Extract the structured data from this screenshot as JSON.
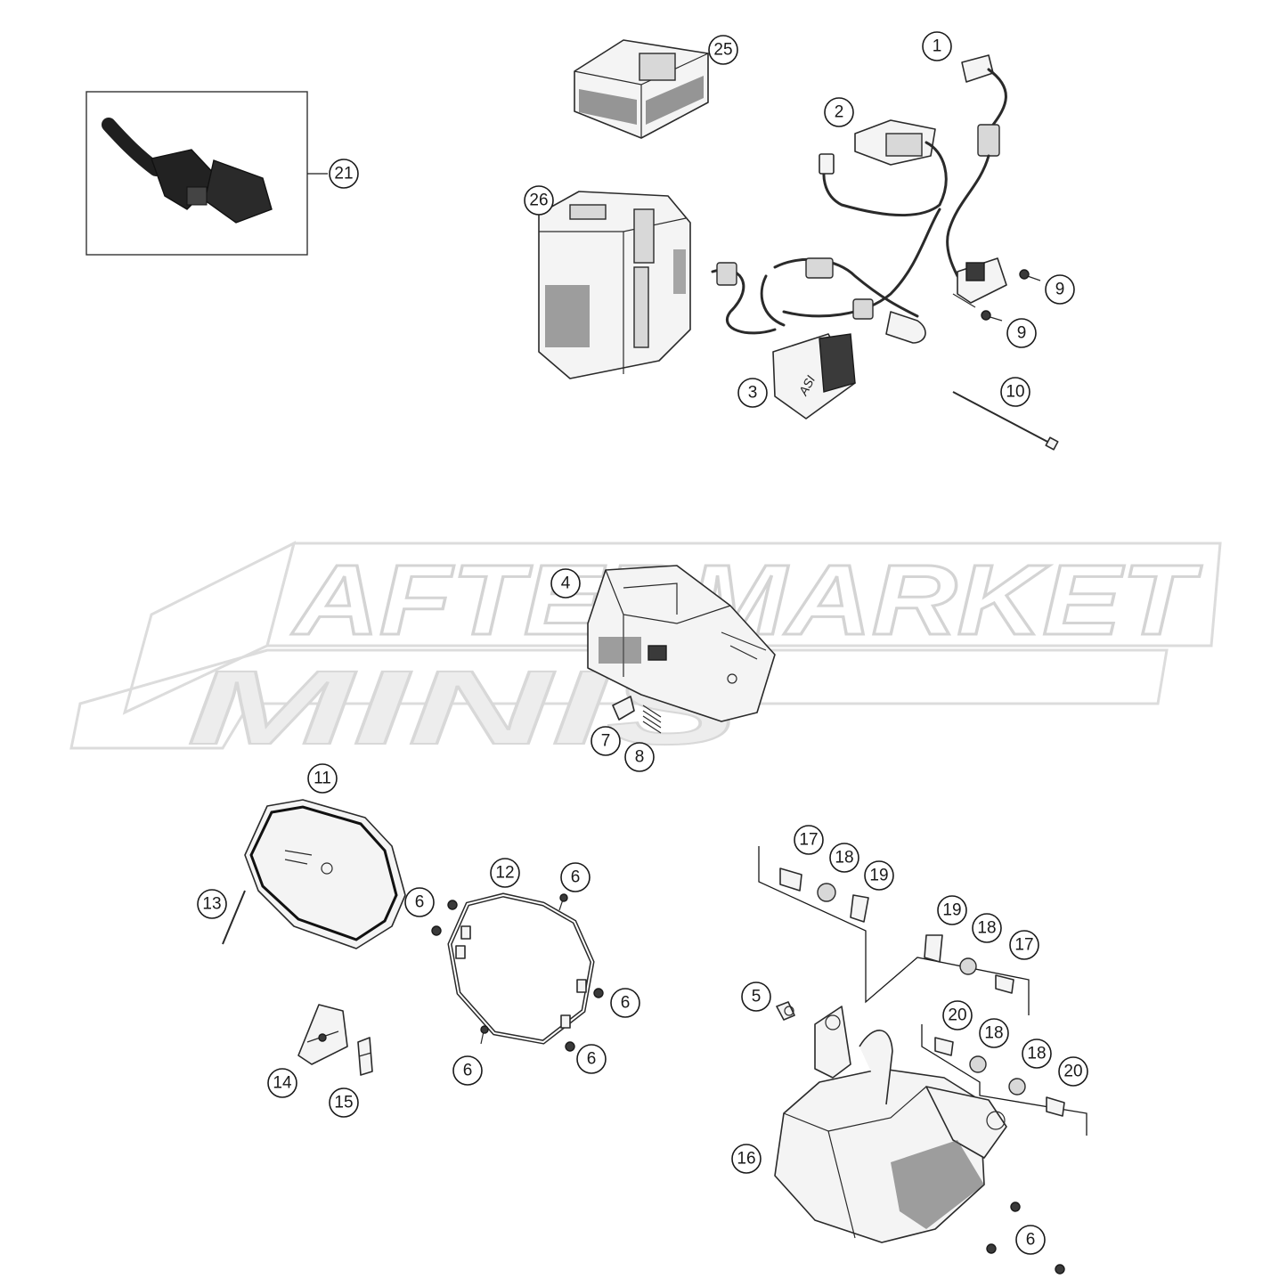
{
  "watermark": {
    "line1": "AFTERMARKET",
    "line2": "MINIS"
  },
  "callouts": {
    "c1": "1",
    "c2": "2",
    "c3": "3",
    "c4": "4",
    "c5": "5",
    "c6a": "6",
    "c6b": "6",
    "c6c": "6",
    "c6d": "6",
    "c6e": "6",
    "c6f": "6",
    "c7": "7",
    "c8": "8",
    "c9a": "9",
    "c9b": "9",
    "c10": "10",
    "c11": "11",
    "c12": "12",
    "c13": "13",
    "c14": "14",
    "c15": "15",
    "c16": "16",
    "c17a": "17",
    "c17b": "17",
    "c18a": "18",
    "c18b": "18",
    "c18c": "18",
    "c18d": "18",
    "c19a": "19",
    "c19b": "19",
    "c20a": "20",
    "c20b": "20",
    "c21": "21",
    "c25": "25",
    "c26": "26"
  },
  "labels": {
    "module_brand": "ASI"
  }
}
